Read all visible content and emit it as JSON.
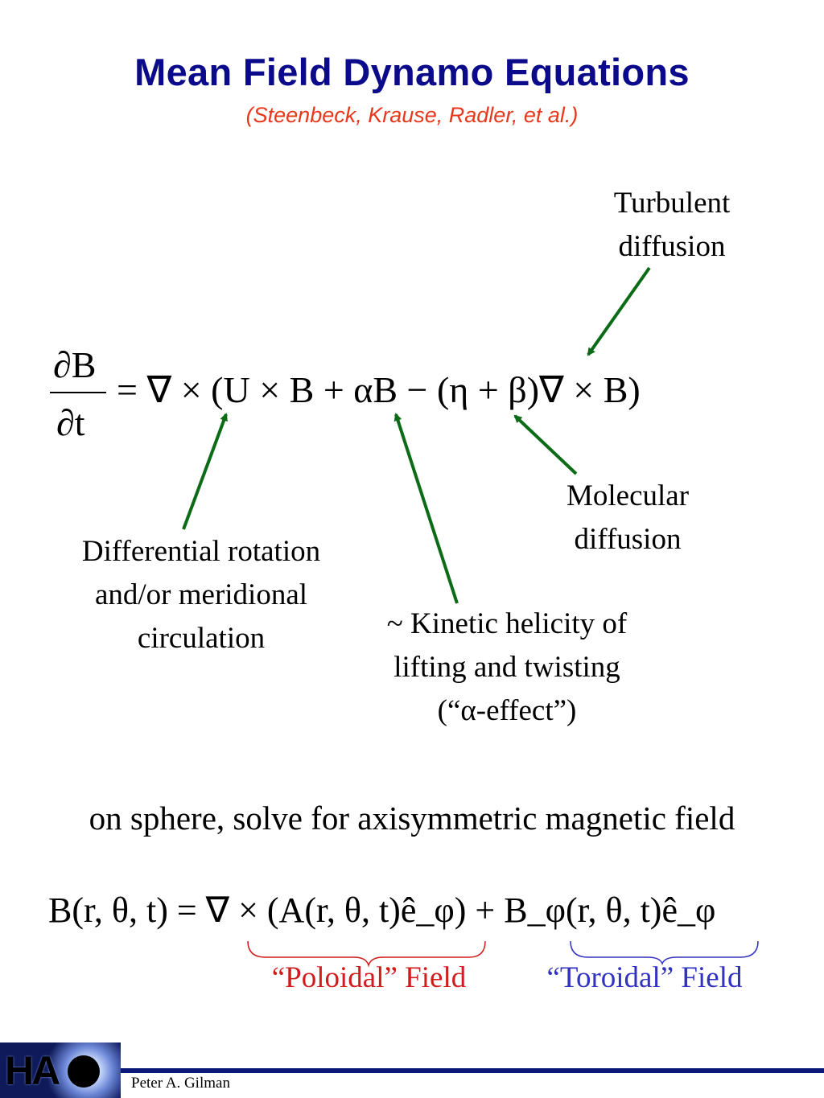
{
  "title": "Mean Field Dynamo Equations",
  "subtitle": "(Steenbeck, Krause, Radler, et al.)",
  "annotations": {
    "turbulent": [
      "Turbulent",
      "diffusion"
    ],
    "molecular": [
      "Molecular",
      "diffusion"
    ],
    "differential": [
      "Differential rotation",
      "and/or meridional",
      "circulation"
    ],
    "kinetic": [
      "~ Kinetic helicity of",
      "lifting and twisting",
      "(“α-effect”)"
    ]
  },
  "equation1": {
    "numerator": "∂B",
    "denominator": "∂t",
    "rhs": "= ∇ × (U × B + αB − (η + β)∇ × B)"
  },
  "sphere_text": "on sphere, solve for axisymmetric magnetic field",
  "equation2": "B(r, θ, t) = ∇ × (A(r, θ, t)ê_φ) + B_φ(r, θ, t)ê_φ",
  "poloidal_label": "“Poloidal” Field",
  "toroidal_label": "“Toroidal” Field",
  "footer": {
    "logo_text": "HA",
    "author": "Peter A. Gilman"
  },
  "colors": {
    "title": "#0a0a8a",
    "subtitle": "#e8381c",
    "arrow": "#0b6b16",
    "poloidal": "#d01c1c",
    "toroidal": "#3232c0",
    "footer_bar": "#0e1a7a"
  }
}
